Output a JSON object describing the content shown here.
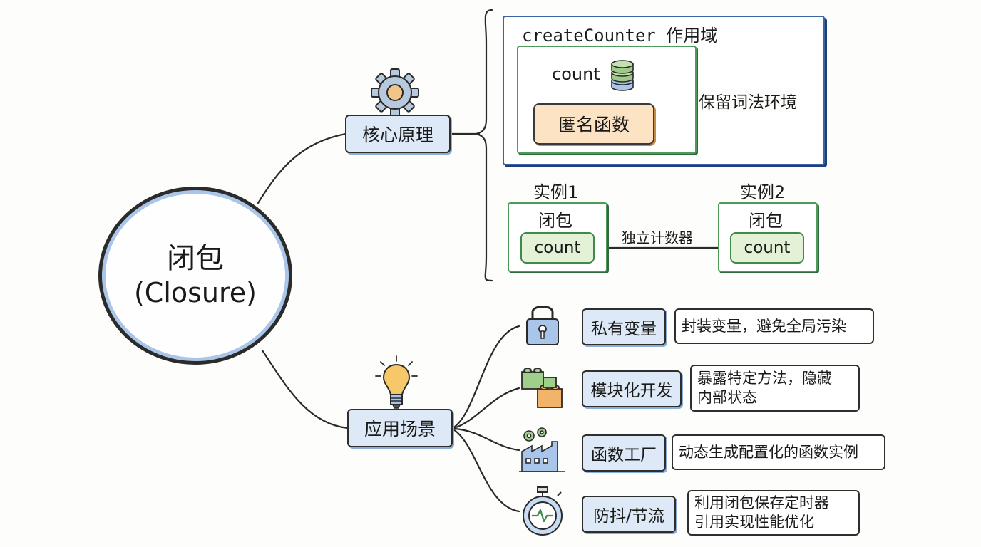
{
  "center": {
    "line1": "闭包",
    "line2": "(Closure)"
  },
  "core": {
    "title": "核心原理",
    "scope_title": "createCounter 作用域",
    "count_label": "count",
    "anon_fn": "匿名函数",
    "retain_label": "保留词法环境",
    "instance1_title": "实例1",
    "instance2_title": "实例2",
    "closure_label": "闭包",
    "instance_count": "count",
    "independent_label": "独立计数器"
  },
  "apps": {
    "title": "应用场景",
    "items": [
      {
        "icon": "padlock-icon",
        "label": "私有变量",
        "desc": [
          "封装变量，避免全局污染"
        ]
      },
      {
        "icon": "blocks-icon",
        "label": "模块化开发",
        "desc": [
          "暴露特定方法，隐藏",
          "内部状态"
        ]
      },
      {
        "icon": "factory-icon",
        "label": "函数工厂",
        "desc": [
          "动态生成配置化的函数实例"
        ]
      },
      {
        "icon": "stopwatch-icon",
        "label": "防抖/节流",
        "desc": [
          "利用闭包保存定时器",
          "引用实现性能优化"
        ]
      }
    ]
  },
  "colors": {
    "blue_fill": "#dde9f7",
    "scope_border": "#3a63a8",
    "green_fill": "#e3f2d7",
    "green_border": "#4f9a5b",
    "orange_fill": "#fbe3c4"
  }
}
